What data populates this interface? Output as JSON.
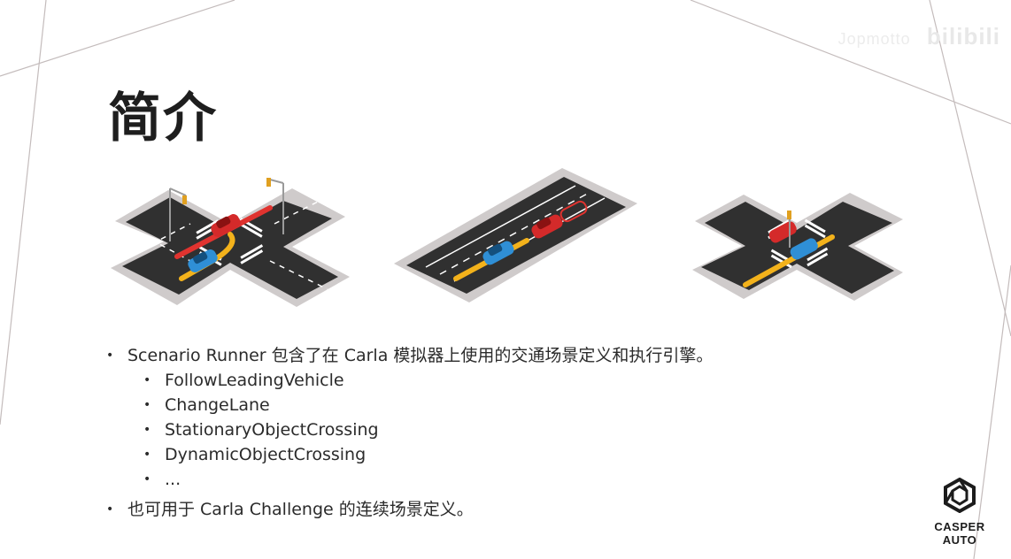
{
  "slide": {
    "title": "简介"
  },
  "watermark": {
    "tag": "Jopmotto",
    "brand": "bilibili"
  },
  "bullets": {
    "item1": "Scenario Runner 包含了在 Carla 模拟器上使用的交通场景定义和执行引擎。",
    "sub": [
      "FollowLeadingVehicle",
      "ChangeLane",
      "StationaryObjectCrossing",
      "DynamicObjectCrossing",
      "..."
    ],
    "item2": "也可用于 Carla Challenge 的连续场景定义。"
  },
  "logo": {
    "text": "CASPER AUTO"
  },
  "colors": {
    "road": "#2f2f2f",
    "sidewalk": "#c9c6c6",
    "red_car": "#d42a2a",
    "blue_car": "#2f8fd6",
    "path_yellow": "#f3b21b",
    "path_red": "#e0332f"
  }
}
